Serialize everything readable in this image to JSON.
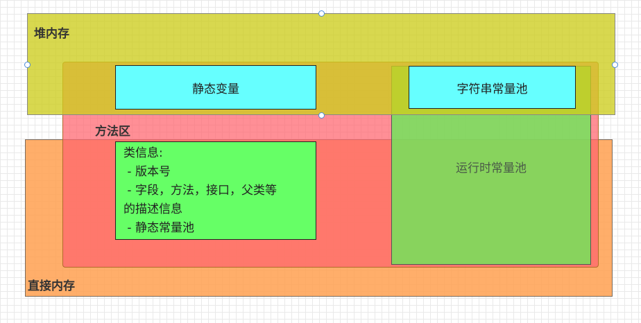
{
  "diagram": {
    "direct_memory": {
      "label": "直接内存",
      "fill": "#ffa050"
    },
    "method_area": {
      "label": "方法区",
      "fill": "#ff646e"
    },
    "heap": {
      "label": "堆内存",
      "fill": "#cdcd1e"
    },
    "runtime_pool": {
      "label": "运行时常量池",
      "fill": "#6ee65a"
    },
    "static_vars": {
      "label": "静态变量",
      "fill": "#66ffff"
    },
    "string_pool": {
      "label": "字符串常量池",
      "fill": "#66ffff"
    },
    "class_info": {
      "fill": "#66ff66",
      "lines": [
        "类信息:",
        " - 版本号",
        " - 字段，方法，接口，父类等",
        "的描述信息",
        " - 静态常量池"
      ]
    }
  }
}
